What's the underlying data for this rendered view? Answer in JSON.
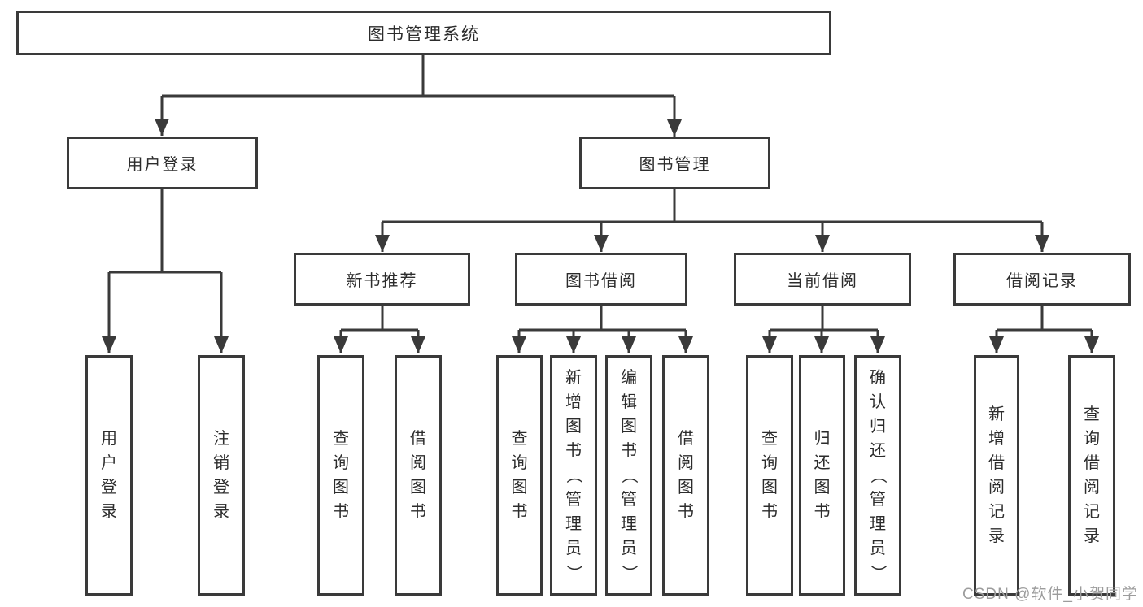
{
  "colors": {
    "line": "#3a3a3a",
    "box_border": "#3a3a3a",
    "text": "#2c2c2c",
    "watermark_text": "#9c9c9c",
    "background": "#ffffff"
  },
  "tree": {
    "root": "图书管理系统",
    "branches": [
      {
        "label": "用户登录",
        "children": [
          "用户登录",
          "注销登录"
        ]
      },
      {
        "label": "图书管理",
        "groups": [
          {
            "label": "新书推荐",
            "children": [
              "查询图书",
              "借阅图书"
            ]
          },
          {
            "label": "图书借阅",
            "children": [
              "查询图书",
              "新增图书（管理员）",
              "编辑图书（管理员）",
              "借阅图书"
            ]
          },
          {
            "label": "当前借阅",
            "children": [
              "查询图书",
              "归还图书",
              "确认归还（管理员）"
            ]
          },
          {
            "label": "借阅记录",
            "children": [
              "新增借阅记录",
              "查询借阅记录"
            ]
          }
        ]
      }
    ]
  },
  "watermark": "CSDN @软件_小贺同学"
}
